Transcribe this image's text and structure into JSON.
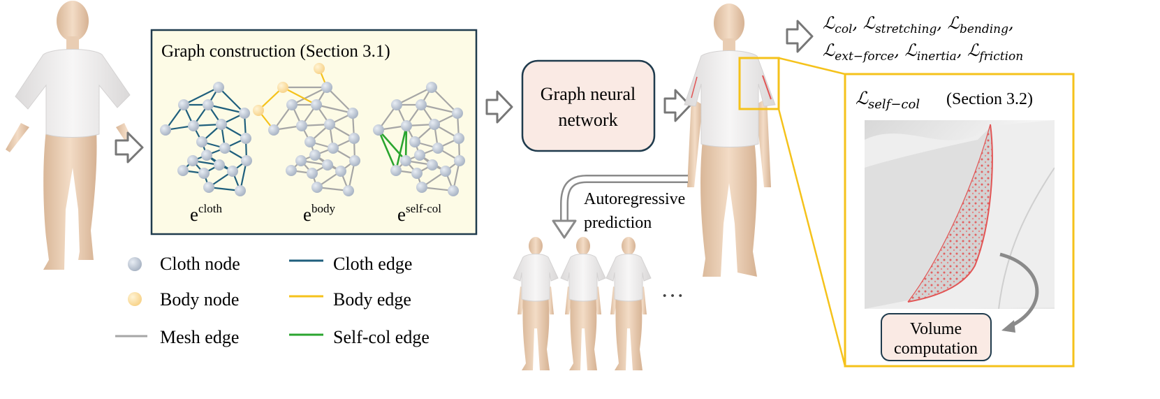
{
  "graph_box": {
    "title": "Graph construction (Section 3.1)",
    "labels": {
      "cloth": {
        "base": "e",
        "sup": "cloth"
      },
      "body": {
        "base": "e",
        "sup": "body"
      },
      "selfcol": {
        "base": "e",
        "sup": "self-col"
      }
    }
  },
  "legend": {
    "cloth_node": "Cloth node",
    "body_node": "Body node",
    "mesh_edge": "Mesh edge",
    "cloth_edge": "Cloth edge",
    "body_edge": "Body edge",
    "selfcol_edge": "Self-col edge"
  },
  "gnn": {
    "line1": "Graph neural",
    "line2": "network"
  },
  "autoregressive": {
    "line1": "Autoregressive",
    "line2": "prediction"
  },
  "ellipsis": "···",
  "losses": {
    "line1": "ℒcol, ℒstretching, ℒbending,",
    "col": {
      "script": "ℒ",
      "sub": "col"
    },
    "stretching": {
      "script": "ℒ",
      "sub": "stretching"
    },
    "bending": {
      "script": "ℒ",
      "sub": "bending"
    },
    "ext_force": {
      "script": "ℒ",
      "sub": "ext−force"
    },
    "inertia": {
      "script": "ℒ",
      "sub": "inertia"
    },
    "friction": {
      "script": "ℒ",
      "sub": "friction"
    }
  },
  "self_col": {
    "script": "ℒ",
    "sub": "self−col",
    "section": "(Section 3.2)",
    "volume_line1": "Volume",
    "volume_line2": "computation"
  },
  "colors": {
    "cloth_node": "#bfc9d8",
    "body_node": "#fde3a7",
    "mesh_edge": "#a6a6a6",
    "cloth_edge": "#1f5f7d",
    "body_edge": "#f5c21b",
    "selfcol_edge": "#2aa52f",
    "highlight_box": "#f5c21b",
    "graph_box_fill": "#fdfbe6",
    "graph_box_border": "#1f3b4d",
    "gnn_fill": "#faeae4",
    "skin": "#efd3bc",
    "shirt": "#f4f2f2",
    "collision_red": "#e25555"
  }
}
